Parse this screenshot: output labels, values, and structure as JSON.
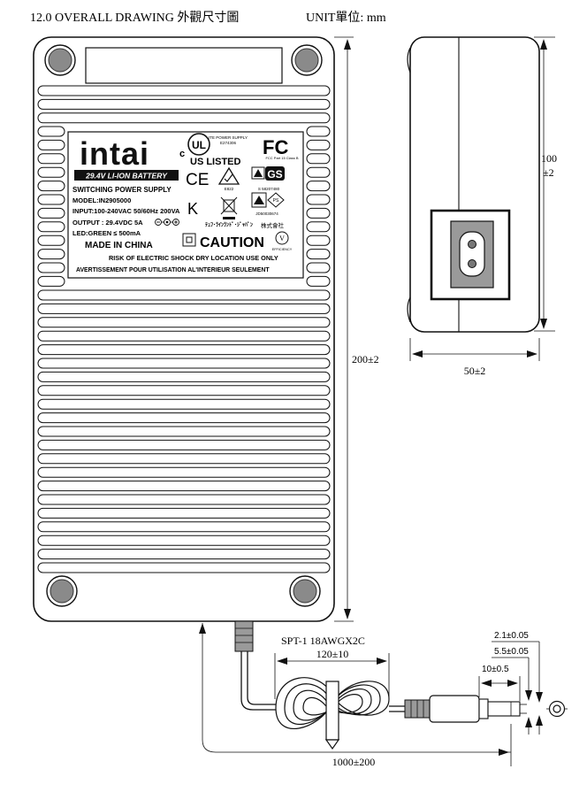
{
  "header": {
    "title": "12.0  OVERALL DRAWING 外觀尺寸圖",
    "unit": "UNIT單位: mm"
  },
  "label": {
    "brand": "intai",
    "battery_banner": "29.4V LI-ION BATTERY",
    "ul_file_title": "ITE POWER SUPPLY",
    "ul_file_no": "E274306",
    "ul_c": "c",
    "ul_us_listed": "US LISTED",
    "fcc_note": "FCC Part 15 Class B",
    "line1": "SWITCHING POWER SUPPLY",
    "line2": "MODEL:IN2905000",
    "line3": "INPUT:100-240VAC 50/60Hz 200VA",
    "line4": "OUTPUT : 29.4VDC 5A",
    "line5": "LED:GREEN ≤ 500mA",
    "made_in": "MADE IN CHINA",
    "caution": "CAUTION",
    "risk": "RISK OF ELECTRIC SHOCK  DRY LOCATION USE ONLY",
    "avert": "AVERTISSEMENT POUR UTILISATION AL'INTERIEUR SEULEMENT",
    "e_code": "E822",
    "s_code": "S 58207480",
    "jd_code": "JD50030674",
    "japan_text": "ﾃｭﾌ･ﾗｲﾝﾗﾝﾄﾞ･ｼﾞｬﾊﾟﾝ",
    "kabushiki": "株式會社",
    "efficiency": "EFFICIENCY",
    "efficiency_mark": "V"
  },
  "dimensions": {
    "height": "200±2",
    "side_height": "100\n±2",
    "side_height_a": "100",
    "side_height_b": "±2",
    "width": "50±2",
    "cord_type": "SPT-1 18AWGX2C",
    "coil_width": "120±10",
    "cord_length": "1000±200",
    "plug_id": "2.1±0.05",
    "plug_od": "5.5±0.05",
    "plug_len": "10±0.5"
  }
}
